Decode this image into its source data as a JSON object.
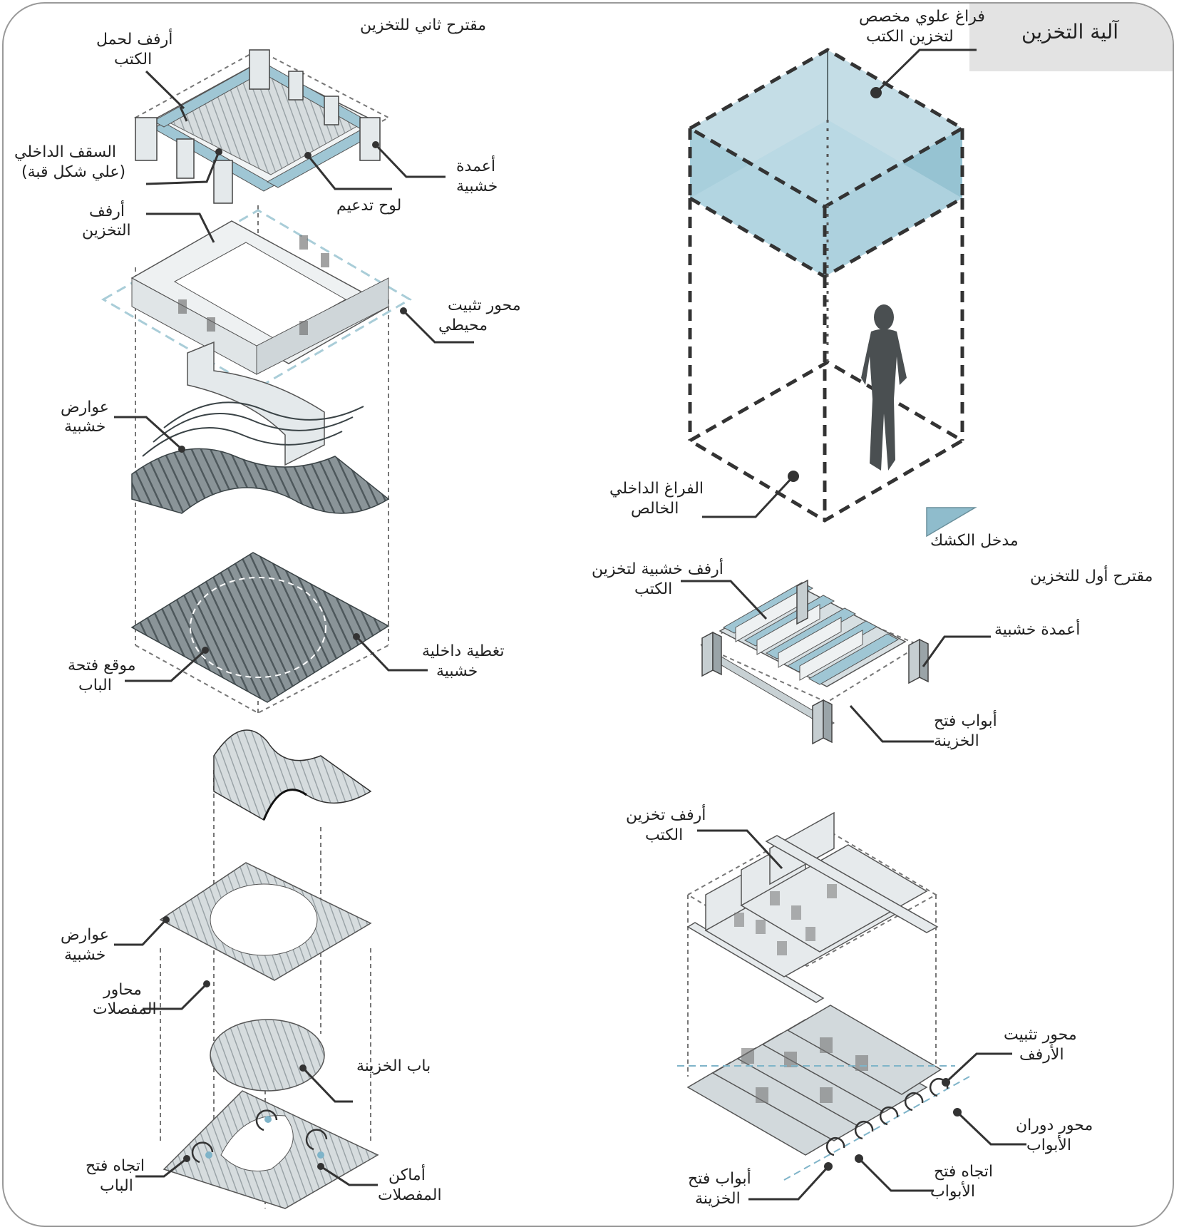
{
  "title": "آلية التخزين",
  "colors": {
    "glass": "#a9cdd8",
    "glass_dark": "#8fbccc",
    "wood": "#5f6a6e",
    "wood_light": "#c9d2d5",
    "line": "#333333",
    "dash": "#666666",
    "accent": "#7fb4c9"
  },
  "labels": {
    "second_proposal": "مقترح ثاني للتخزين",
    "book_shelves_top_1": "أرفف لحمل",
    "book_shelves_top_2": "الكتب",
    "inner_ceiling_1": "السقف الداخلي",
    "inner_ceiling_2": "(علي شكل قبة)",
    "wood_columns_1": "أعمدة",
    "wood_columns_2": "خشبية",
    "support_board": "لوح تدعيم",
    "storage_shelves_1": "أرفف",
    "storage_shelves_2": "التخزين",
    "perimeter_axis_1": "محور تثبيت",
    "perimeter_axis_2": "محيطي",
    "wood_beams_1_a": "عوارض",
    "wood_beams_1_b": "خشبية",
    "inner_cover_1": "تغطية داخلية",
    "inner_cover_2": "خشبية",
    "door_location_1": "موقع فتحة",
    "door_location_2": "الباب",
    "wood_beams_2_a": "عوارض",
    "wood_beams_2_b": "خشبية",
    "hinge_axes_1": "محاور",
    "hinge_axes_2": "المفصلات",
    "safe_door": "باب الخزينة",
    "door_direction_1": "اتجاه فتح",
    "door_direction_2": "الباب",
    "hinge_places_1": "أماكن",
    "hinge_places_2": "المفصلات",
    "upper_space_1": "فراغ علوي مخصص",
    "upper_space_2": "لتخزين الكتب",
    "inner_space_1": "الفراغ الداخلي",
    "inner_space_2": "الخالص",
    "kiosk_entrance": "مدخل الكشك",
    "first_proposal": "مقترح أول للتخزين",
    "wood_shelves_1": "أرفف خشبية لتخزين",
    "wood_shelves_2": "الكتب",
    "wood_columns_b": "أعمدة خشبية",
    "safe_doors_1": "أبواب فتح",
    "safe_doors_2": "الخزينة",
    "book_storage_shelves_1": "أرفف تخزين",
    "book_storage_shelves_2": "الكتب",
    "shelf_axis_1": "محور تثبيت",
    "shelf_axis_2": "الأرفف",
    "door_rotation_1": "محور دوران",
    "door_rotation_2": "الأبواب",
    "doors_direction_1": "اتجاه فتح",
    "doors_direction_2": "الأبواب",
    "safe_doors_b_1": "أبواب فتح",
    "safe_doors_b_2": "الخزينة"
  }
}
